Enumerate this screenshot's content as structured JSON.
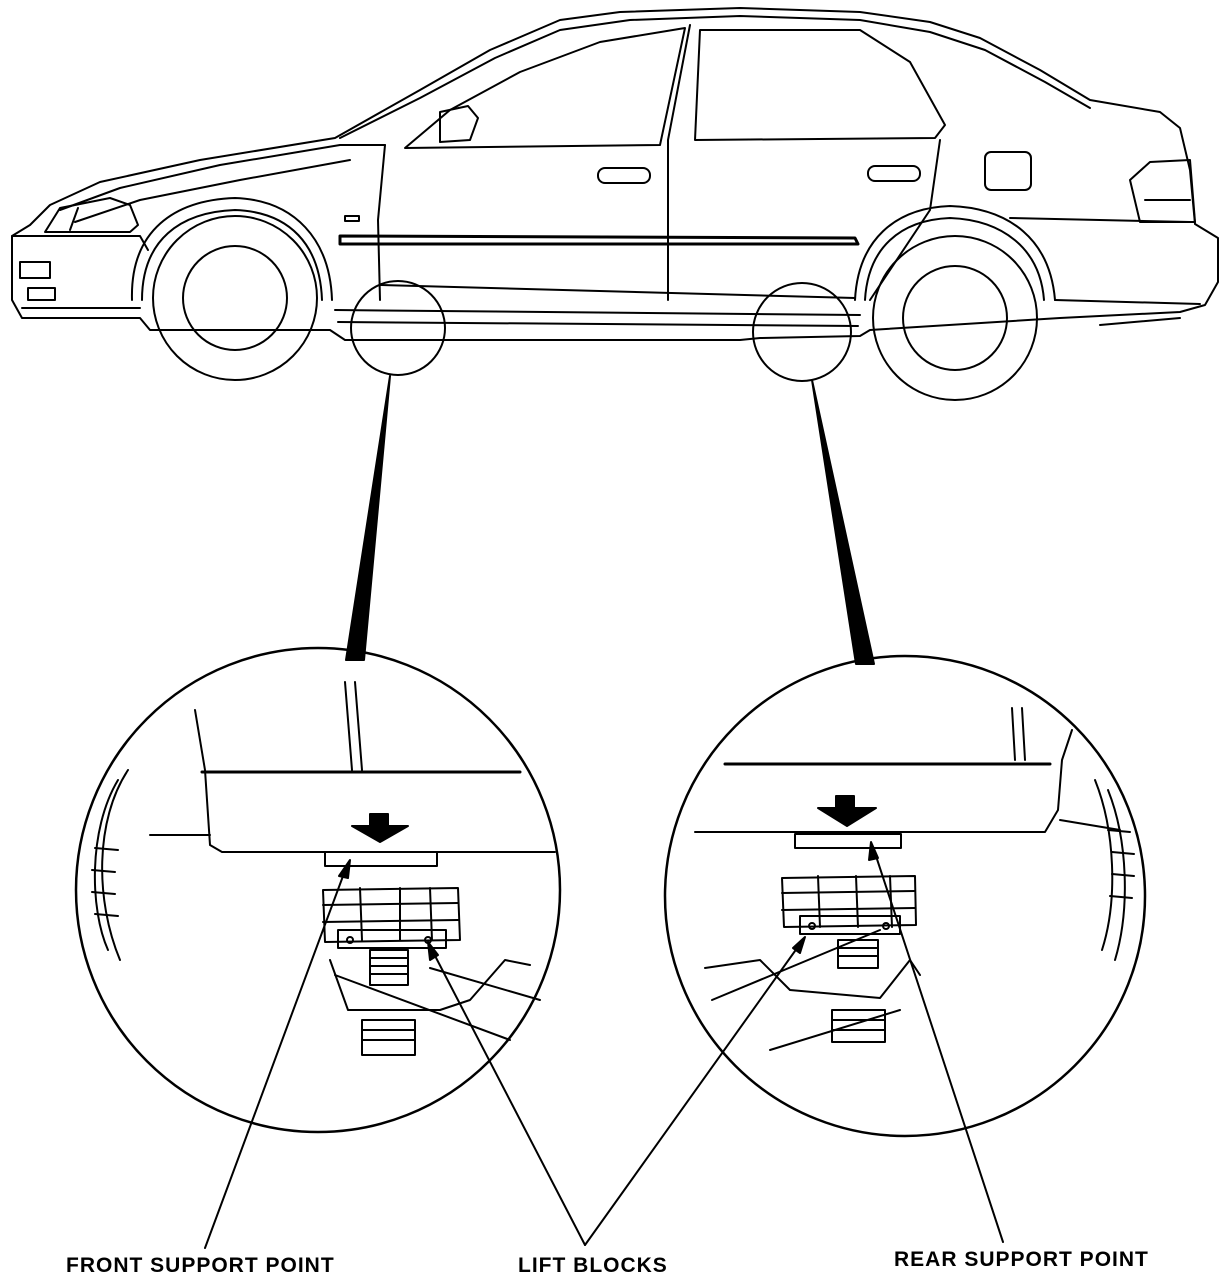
{
  "labels": {
    "front_support_point": "FRONT SUPPORT POINT",
    "lift_blocks": "LIFT BLOCKS",
    "rear_support_point": "REAR SUPPORT POINT"
  },
  "colors": {
    "line": "#000000",
    "background": "#ffffff"
  }
}
